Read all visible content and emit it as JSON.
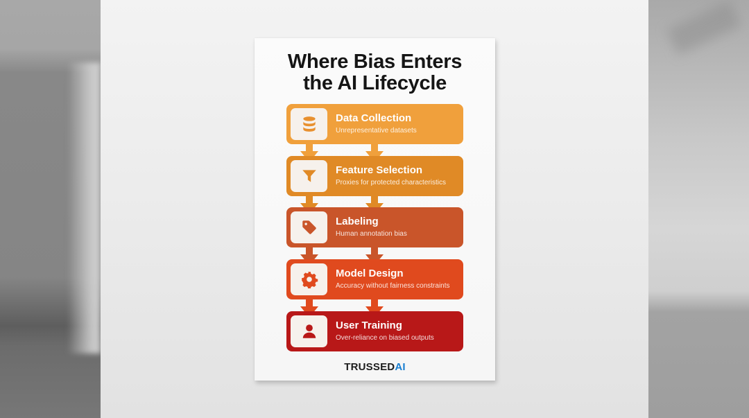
{
  "poster": {
    "title_line1": "Where Bias Enters",
    "title_line2": "the AI Lifecycle",
    "brand_main": "TRUSSED",
    "brand_accent": "AI"
  },
  "stages": [
    {
      "title": "Data Collection",
      "subtitle": "Unrepresentative datasets",
      "icon": "database-icon",
      "color": "#F0A03C"
    },
    {
      "title": "Feature Selection",
      "subtitle": "Proxies for protected characteristics",
      "icon": "filter-funnel-icon",
      "color": "#E08A26"
    },
    {
      "title": "Labeling",
      "subtitle": "Human annotation bias",
      "icon": "tag-icon",
      "color": "#C9552A"
    },
    {
      "title": "Model Design",
      "subtitle": "Accuracy without fairness constraints",
      "icon": "gear-icon",
      "color": "#E04A1E"
    },
    {
      "title": "User Training",
      "subtitle": "Over-reliance on biased outputs",
      "icon": "user-icon",
      "color": "#B81818"
    }
  ],
  "colors": {
    "title_text": "#151515",
    "icon_box_bg": "#F6F1EC",
    "brand_accent": "#1A7FD1"
  }
}
